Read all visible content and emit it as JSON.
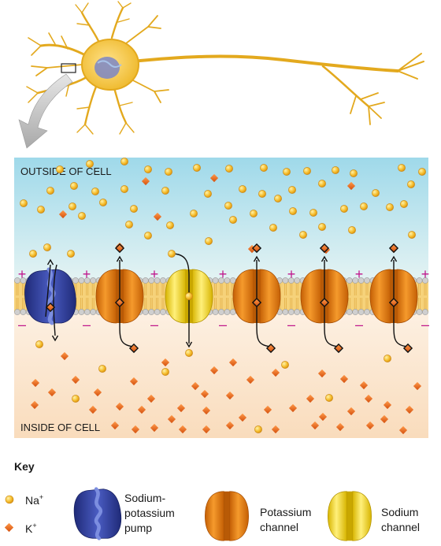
{
  "labels": {
    "outside": "OUTSIDE OF CELL",
    "inside": "INSIDE OF CELL"
  },
  "key": {
    "title": "Key",
    "na_base": "Na",
    "na_charge": "+",
    "k_base": "K",
    "k_charge": "+",
    "pump_line1": "Sodium-",
    "pump_line2": "potassium",
    "pump_line3": "pump",
    "kchan_line1": "Potassium",
    "kchan_line2": "channel",
    "nachan_line1": "Sodium",
    "nachan_line2": "channel"
  },
  "membrane": {
    "outer_charge": "+",
    "inner_charge": "–"
  },
  "colors": {
    "sodium_ion": "#f2b01e",
    "potassium_ion": "#e8641c",
    "pump": "#2f3f9a",
    "potassium_channel": "#e07a10",
    "sodium_channel": "#f0d020",
    "neuron": "#f2c230",
    "outside_fluid": "#bfe4ef",
    "inside_fluid": "#fbe3c8",
    "charge": "#c0168c"
  }
}
